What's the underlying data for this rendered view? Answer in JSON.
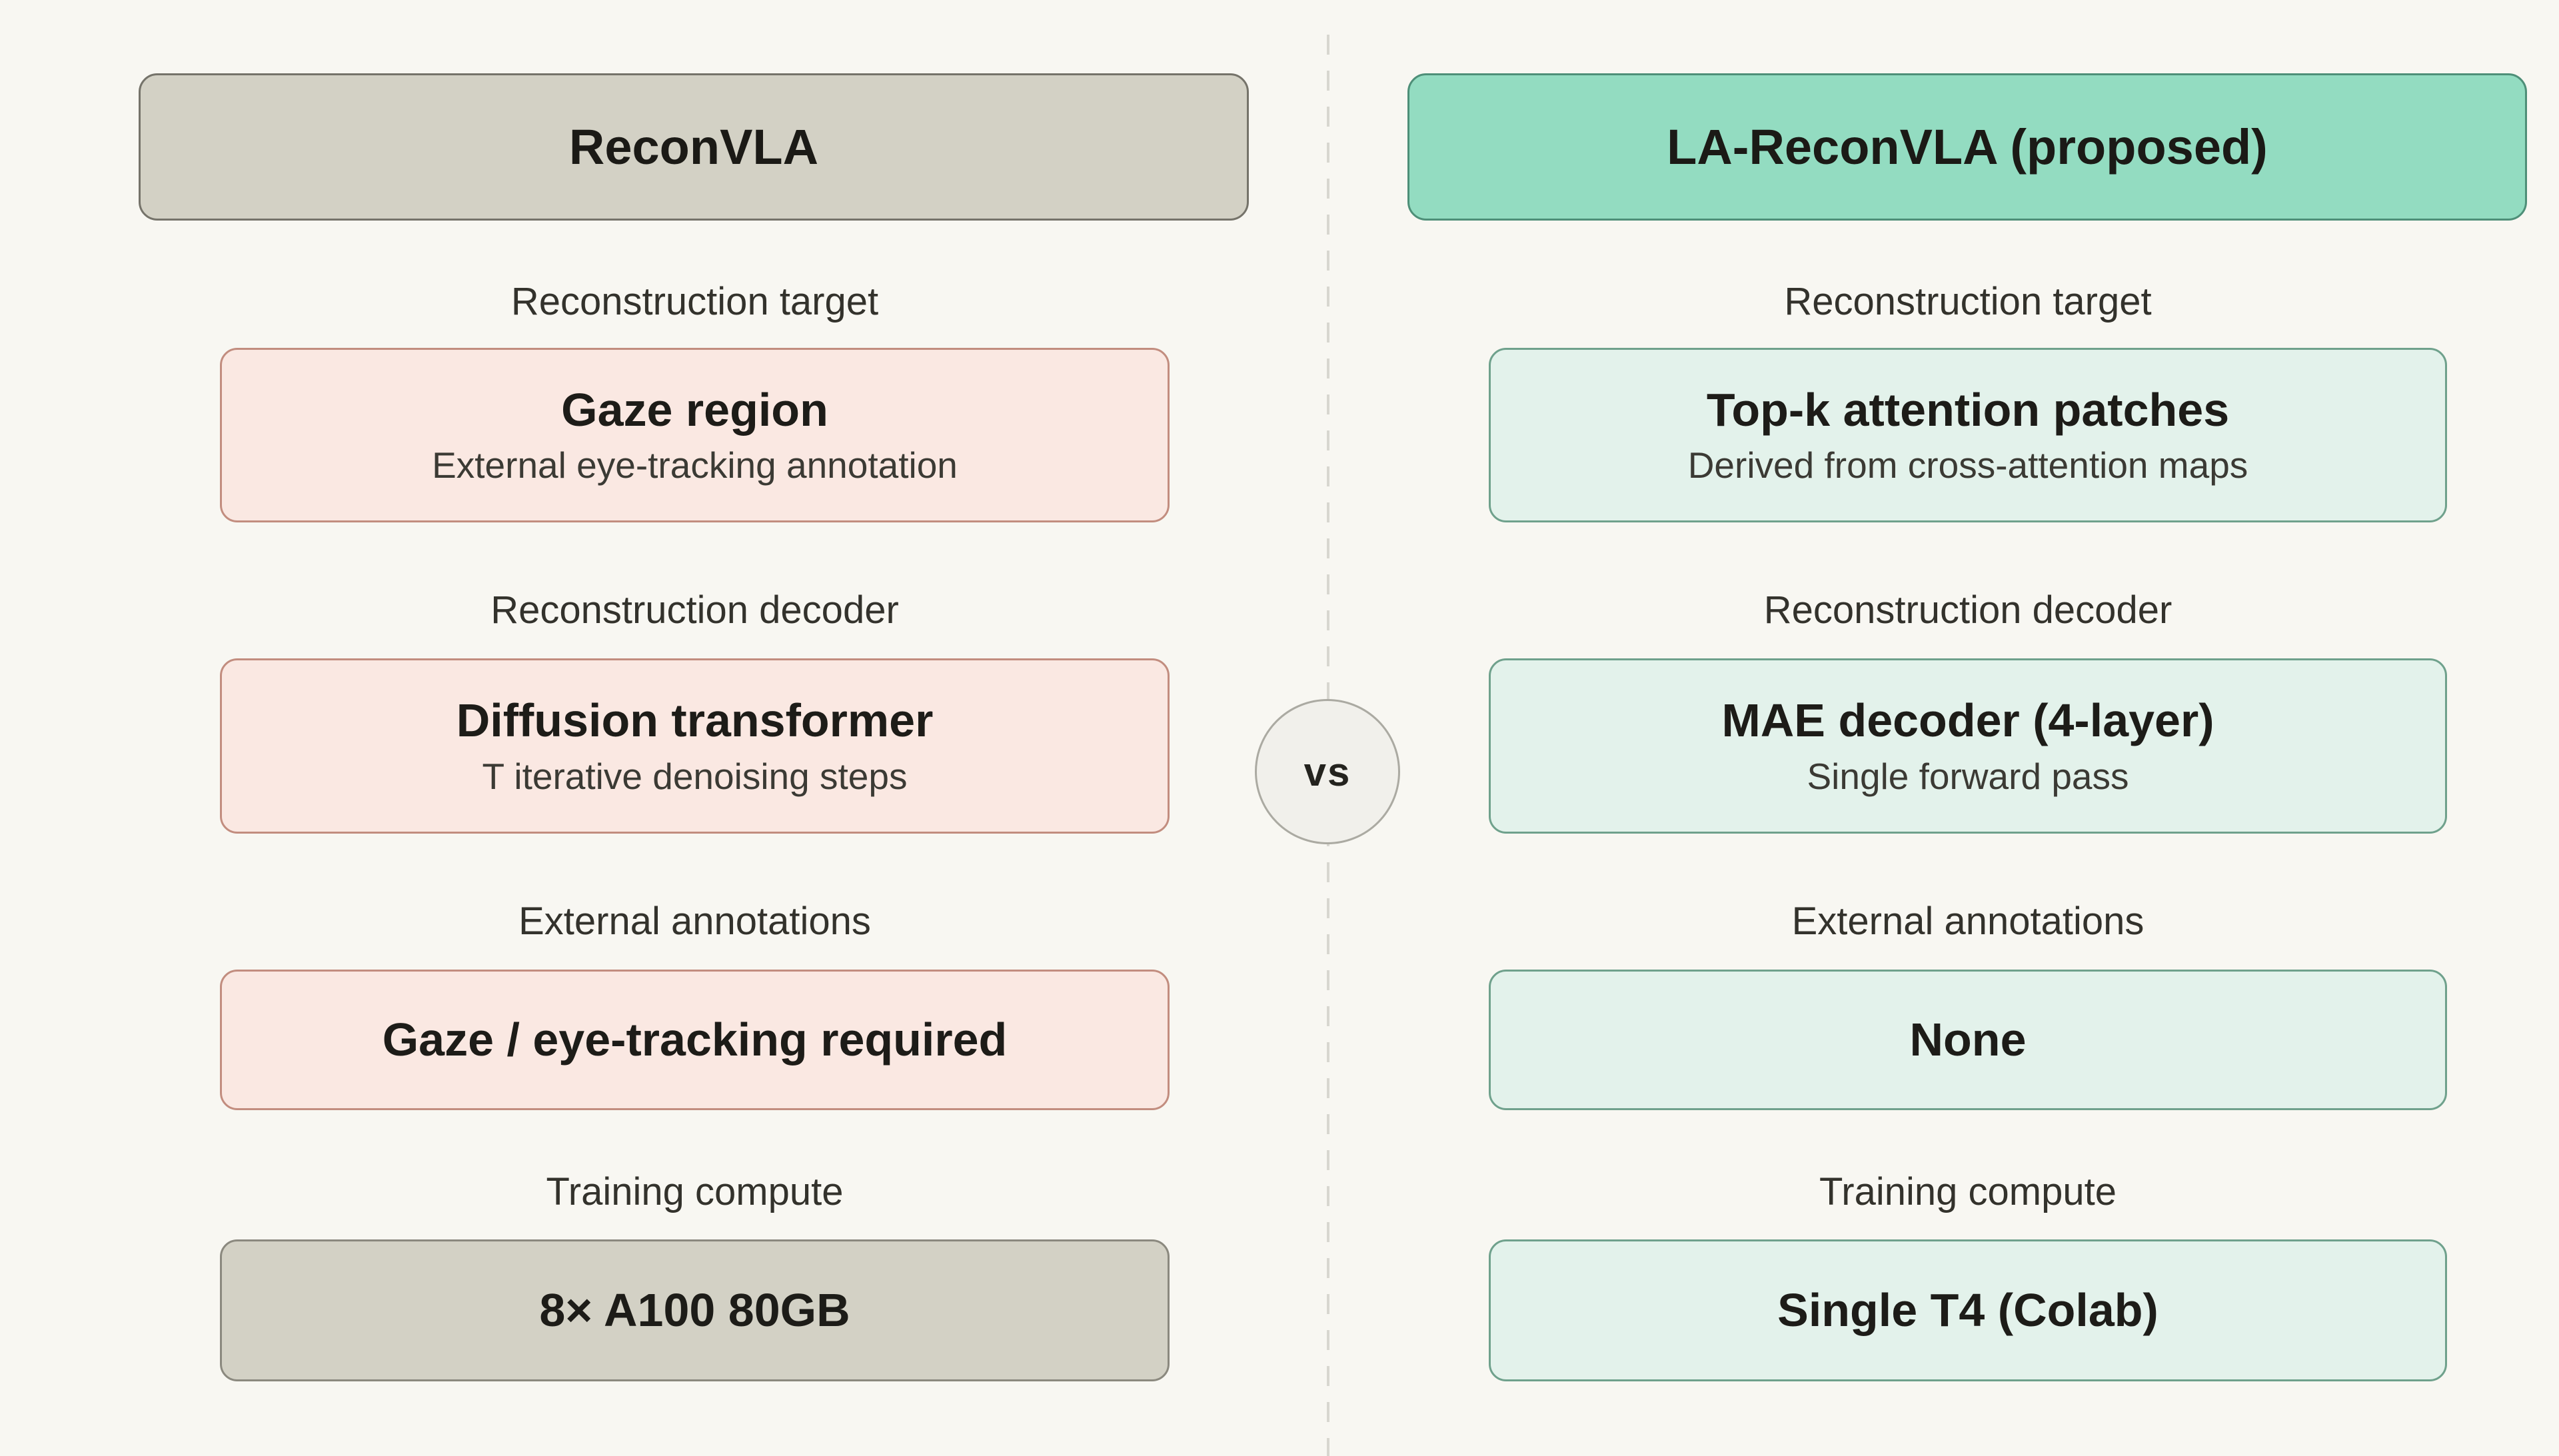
{
  "divider": {
    "vs_label": "vs"
  },
  "palette": {
    "background": "#F8F7F2",
    "neutral_fill": "#D3D1C5",
    "neutral_border": "#75736A",
    "accent_header_fill": "#93DCC1",
    "accent_header_border": "#4E8F78",
    "pink_fill": "#FAE8E2",
    "pink_border": "#C28D7F",
    "mint_fill": "#E3F2EB",
    "mint_border": "#6FA18C",
    "vs_fill": "#F1F0EB",
    "vs_border": "#ABAAA2",
    "dash_color": "#D8D7D0"
  },
  "columns": [
    {
      "header": {
        "label": "ReconVLA"
      },
      "sections": [
        {
          "label": "Reconstruction target",
          "title": "Gaze region",
          "subtitle": "External eye-tracking annotation"
        },
        {
          "label": "Reconstruction decoder",
          "title": "Diffusion transformer",
          "subtitle": "T iterative denoising steps"
        },
        {
          "label": "External annotations",
          "title": "Gaze / eye-tracking required"
        },
        {
          "label": "Training compute",
          "title": "8× A100 80GB"
        }
      ]
    },
    {
      "header": {
        "label": "LA-ReconVLA (proposed)"
      },
      "sections": [
        {
          "label": "Reconstruction target",
          "title": "Top-k attention patches",
          "subtitle": "Derived from cross-attention maps"
        },
        {
          "label": "Reconstruction decoder",
          "title": "MAE decoder (4-layer)",
          "subtitle": "Single forward pass"
        },
        {
          "label": "External annotations",
          "title": "None"
        },
        {
          "label": "Training compute",
          "title": "Single T4 (Colab)"
        }
      ]
    }
  ]
}
